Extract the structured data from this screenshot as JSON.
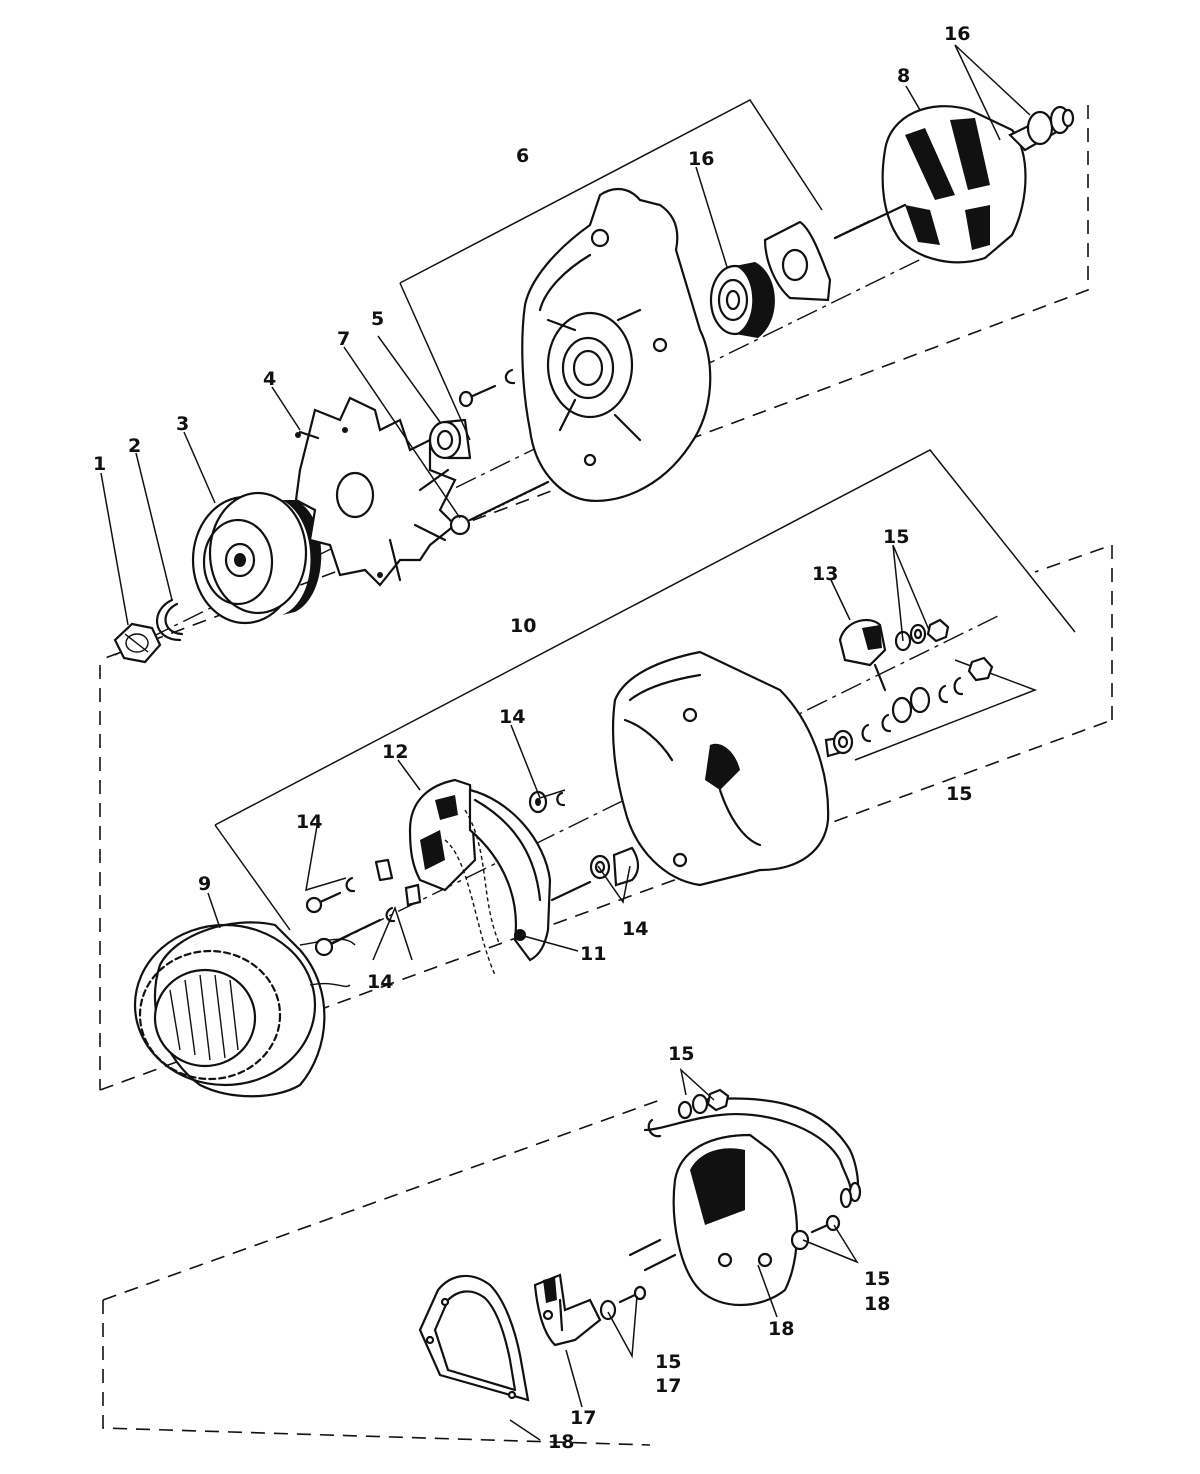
{
  "callouts": {
    "c1": "1",
    "c2": "2",
    "c3": "3",
    "c4": "4",
    "c5": "5",
    "c6": "6",
    "c7": "7",
    "c8": "8",
    "c9": "9",
    "c10": "10",
    "c11": "11",
    "c12": "12",
    "c13": "13",
    "c14a": "14",
    "c14b": "14",
    "c14c": "14",
    "c14d": "14",
    "c15a": "15",
    "c15b": "15",
    "c15c": "15",
    "c15d": "15",
    "c15e": "15",
    "c16a": "16",
    "c16b": "16",
    "c17a": "17",
    "c17b": "17",
    "c18a": "18",
    "c18b": "18",
    "c18c": "18"
  }
}
